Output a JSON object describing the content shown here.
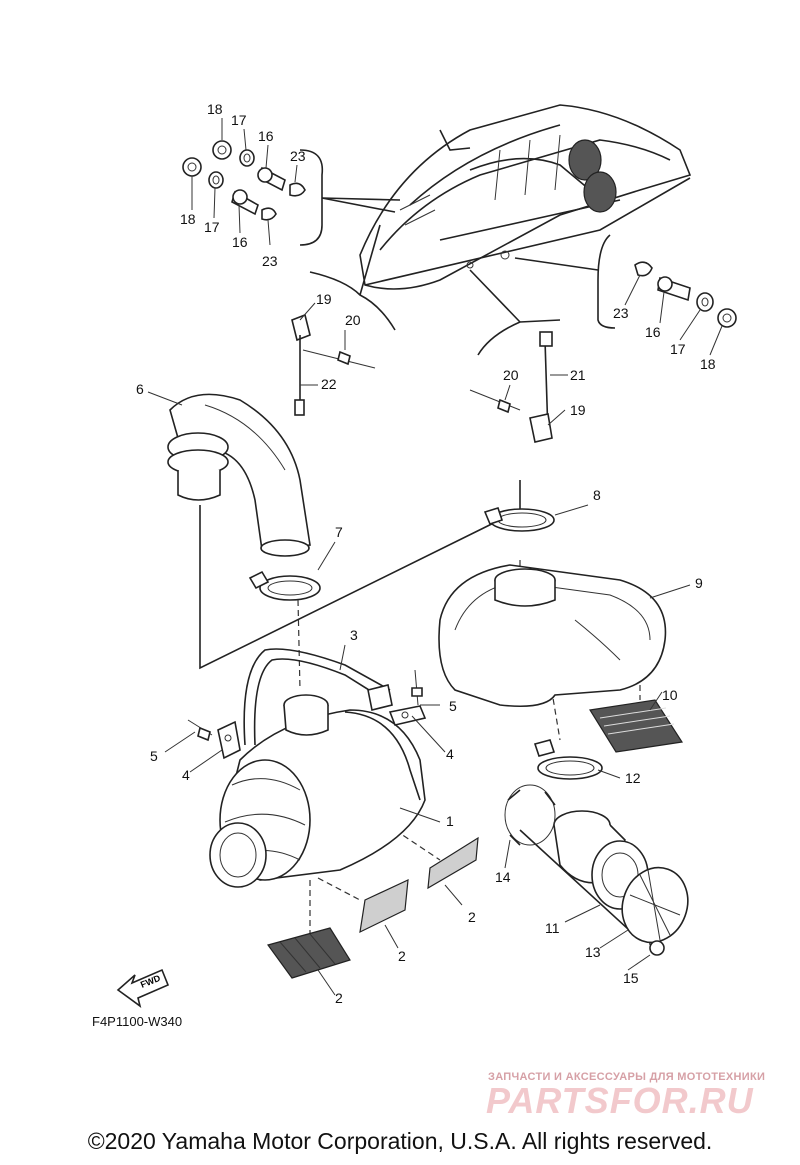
{
  "diagram": {
    "drawing_code": "F4P1100-W340",
    "fwd_label": "FWD",
    "callouts": [
      "1",
      "2",
      "2",
      "2",
      "3",
      "4",
      "4",
      "5",
      "5",
      "6",
      "7",
      "8",
      "9",
      "10",
      "11",
      "12",
      "13",
      "14",
      "15",
      "16",
      "16",
      "16",
      "17",
      "17",
      "17",
      "18",
      "18",
      "18",
      "19",
      "19",
      "20",
      "20",
      "21",
      "22",
      "23",
      "23",
      "23"
    ]
  },
  "watermark": {
    "tagline": "ЗАПЧАСТИ И АКСЕССУАРЫ ДЛЯ МОТОТЕХНИКИ",
    "brand": "PARTSFOR.RU"
  },
  "footer": {
    "copyright": "©2020 Yamaha Motor Corporation, U.S.A. All rights reserved."
  }
}
